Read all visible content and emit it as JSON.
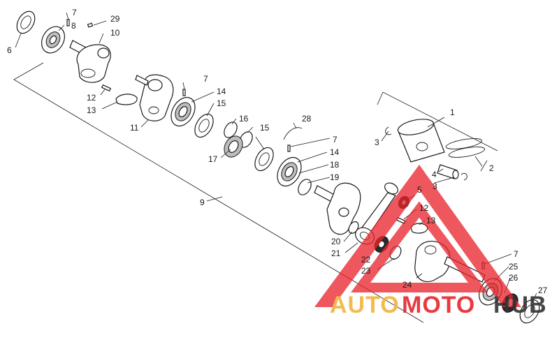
{
  "callouts": {
    "c1": "1",
    "c2": "2",
    "c3a": "3",
    "c3b": "3",
    "c4": "4",
    "c5": "5",
    "c6": "6",
    "c7a": "7",
    "c7b": "7",
    "c7c": "7",
    "c7d": "7",
    "c8": "8",
    "c9": "9",
    "c10": "10",
    "c11": "11",
    "c12a": "12",
    "c12b": "12",
    "c13a": "13",
    "c13b": "13",
    "c14a": "14",
    "c14b": "14",
    "c15a": "15",
    "c15b": "15",
    "c16": "16",
    "c17": "17",
    "c18": "18",
    "c19": "19",
    "c20": "20",
    "c21": "21",
    "c22": "22",
    "c23": "23",
    "c24": "24",
    "c25": "25",
    "c26": "26",
    "c27": "27",
    "c28": "28",
    "c29": "29"
  },
  "watermark": {
    "word1": "AUTO",
    "word2": "MOTO",
    "word3": "HUB",
    "triangle_color": "#e8242c",
    "text_color_1": "#f2b33d",
    "text_color_2": "#e8242c",
    "text_color_3": "#333333"
  }
}
